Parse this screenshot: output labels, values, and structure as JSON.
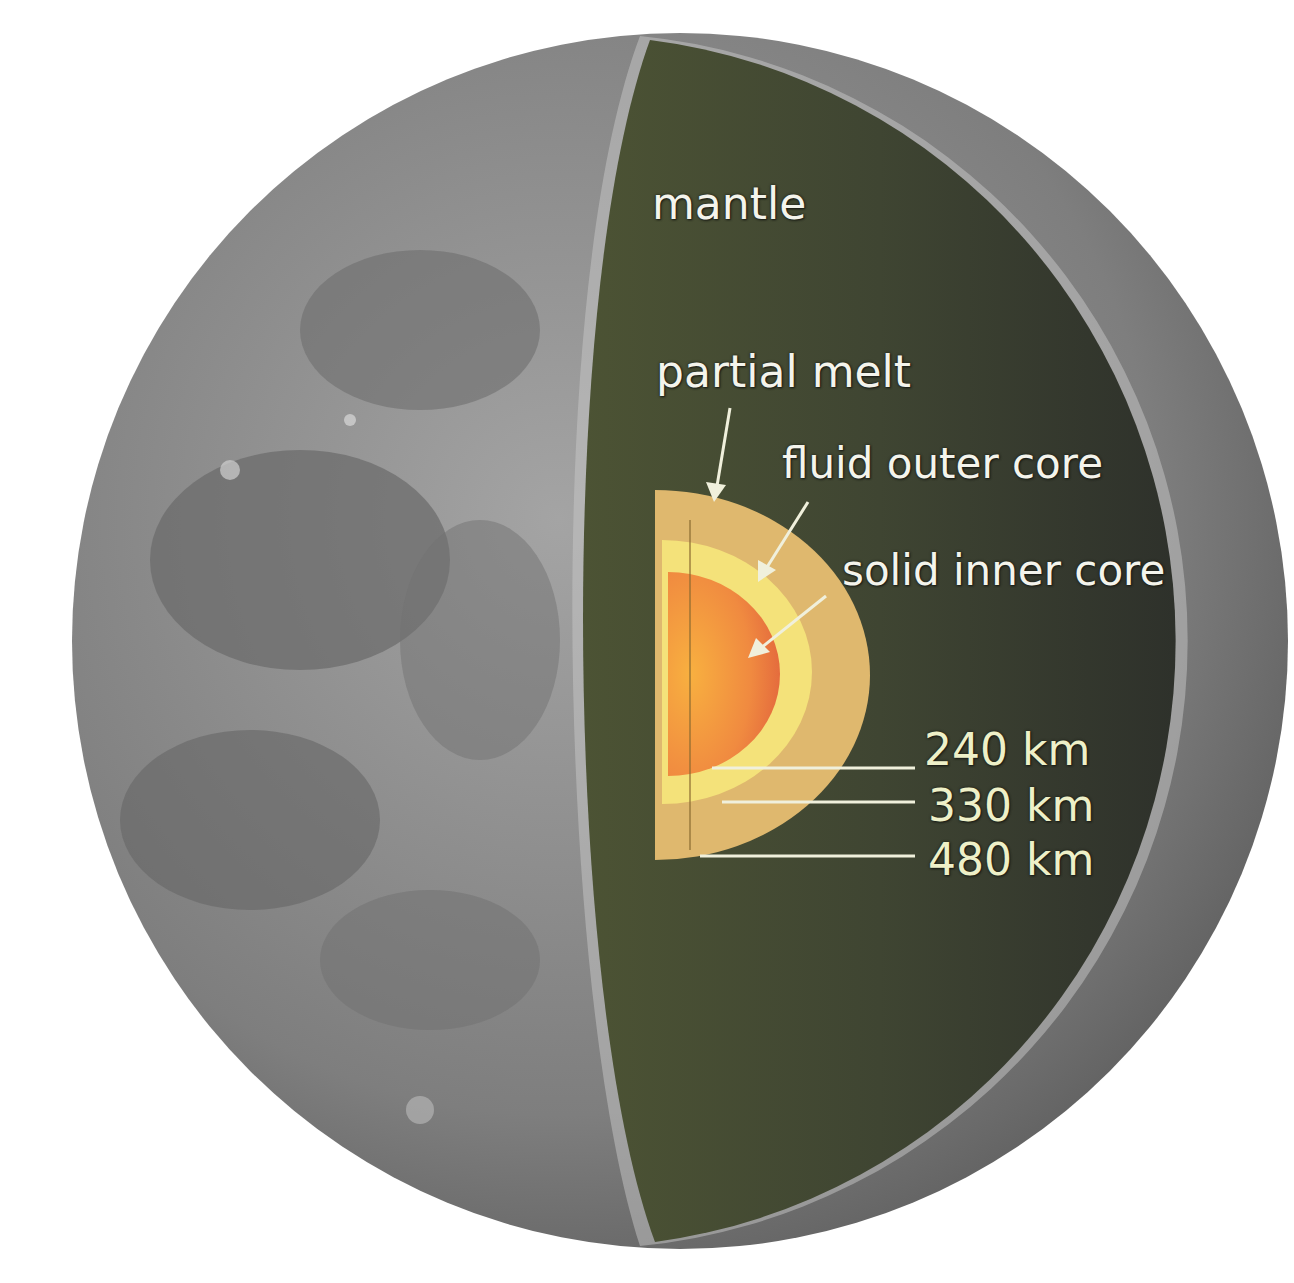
{
  "diagram": {
    "labels": [
      "mantle",
      "partial melt",
      "fluid outer core",
      "solid inner core",
      "240 km",
      "330 km",
      "480 km"
    ]
  }
}
